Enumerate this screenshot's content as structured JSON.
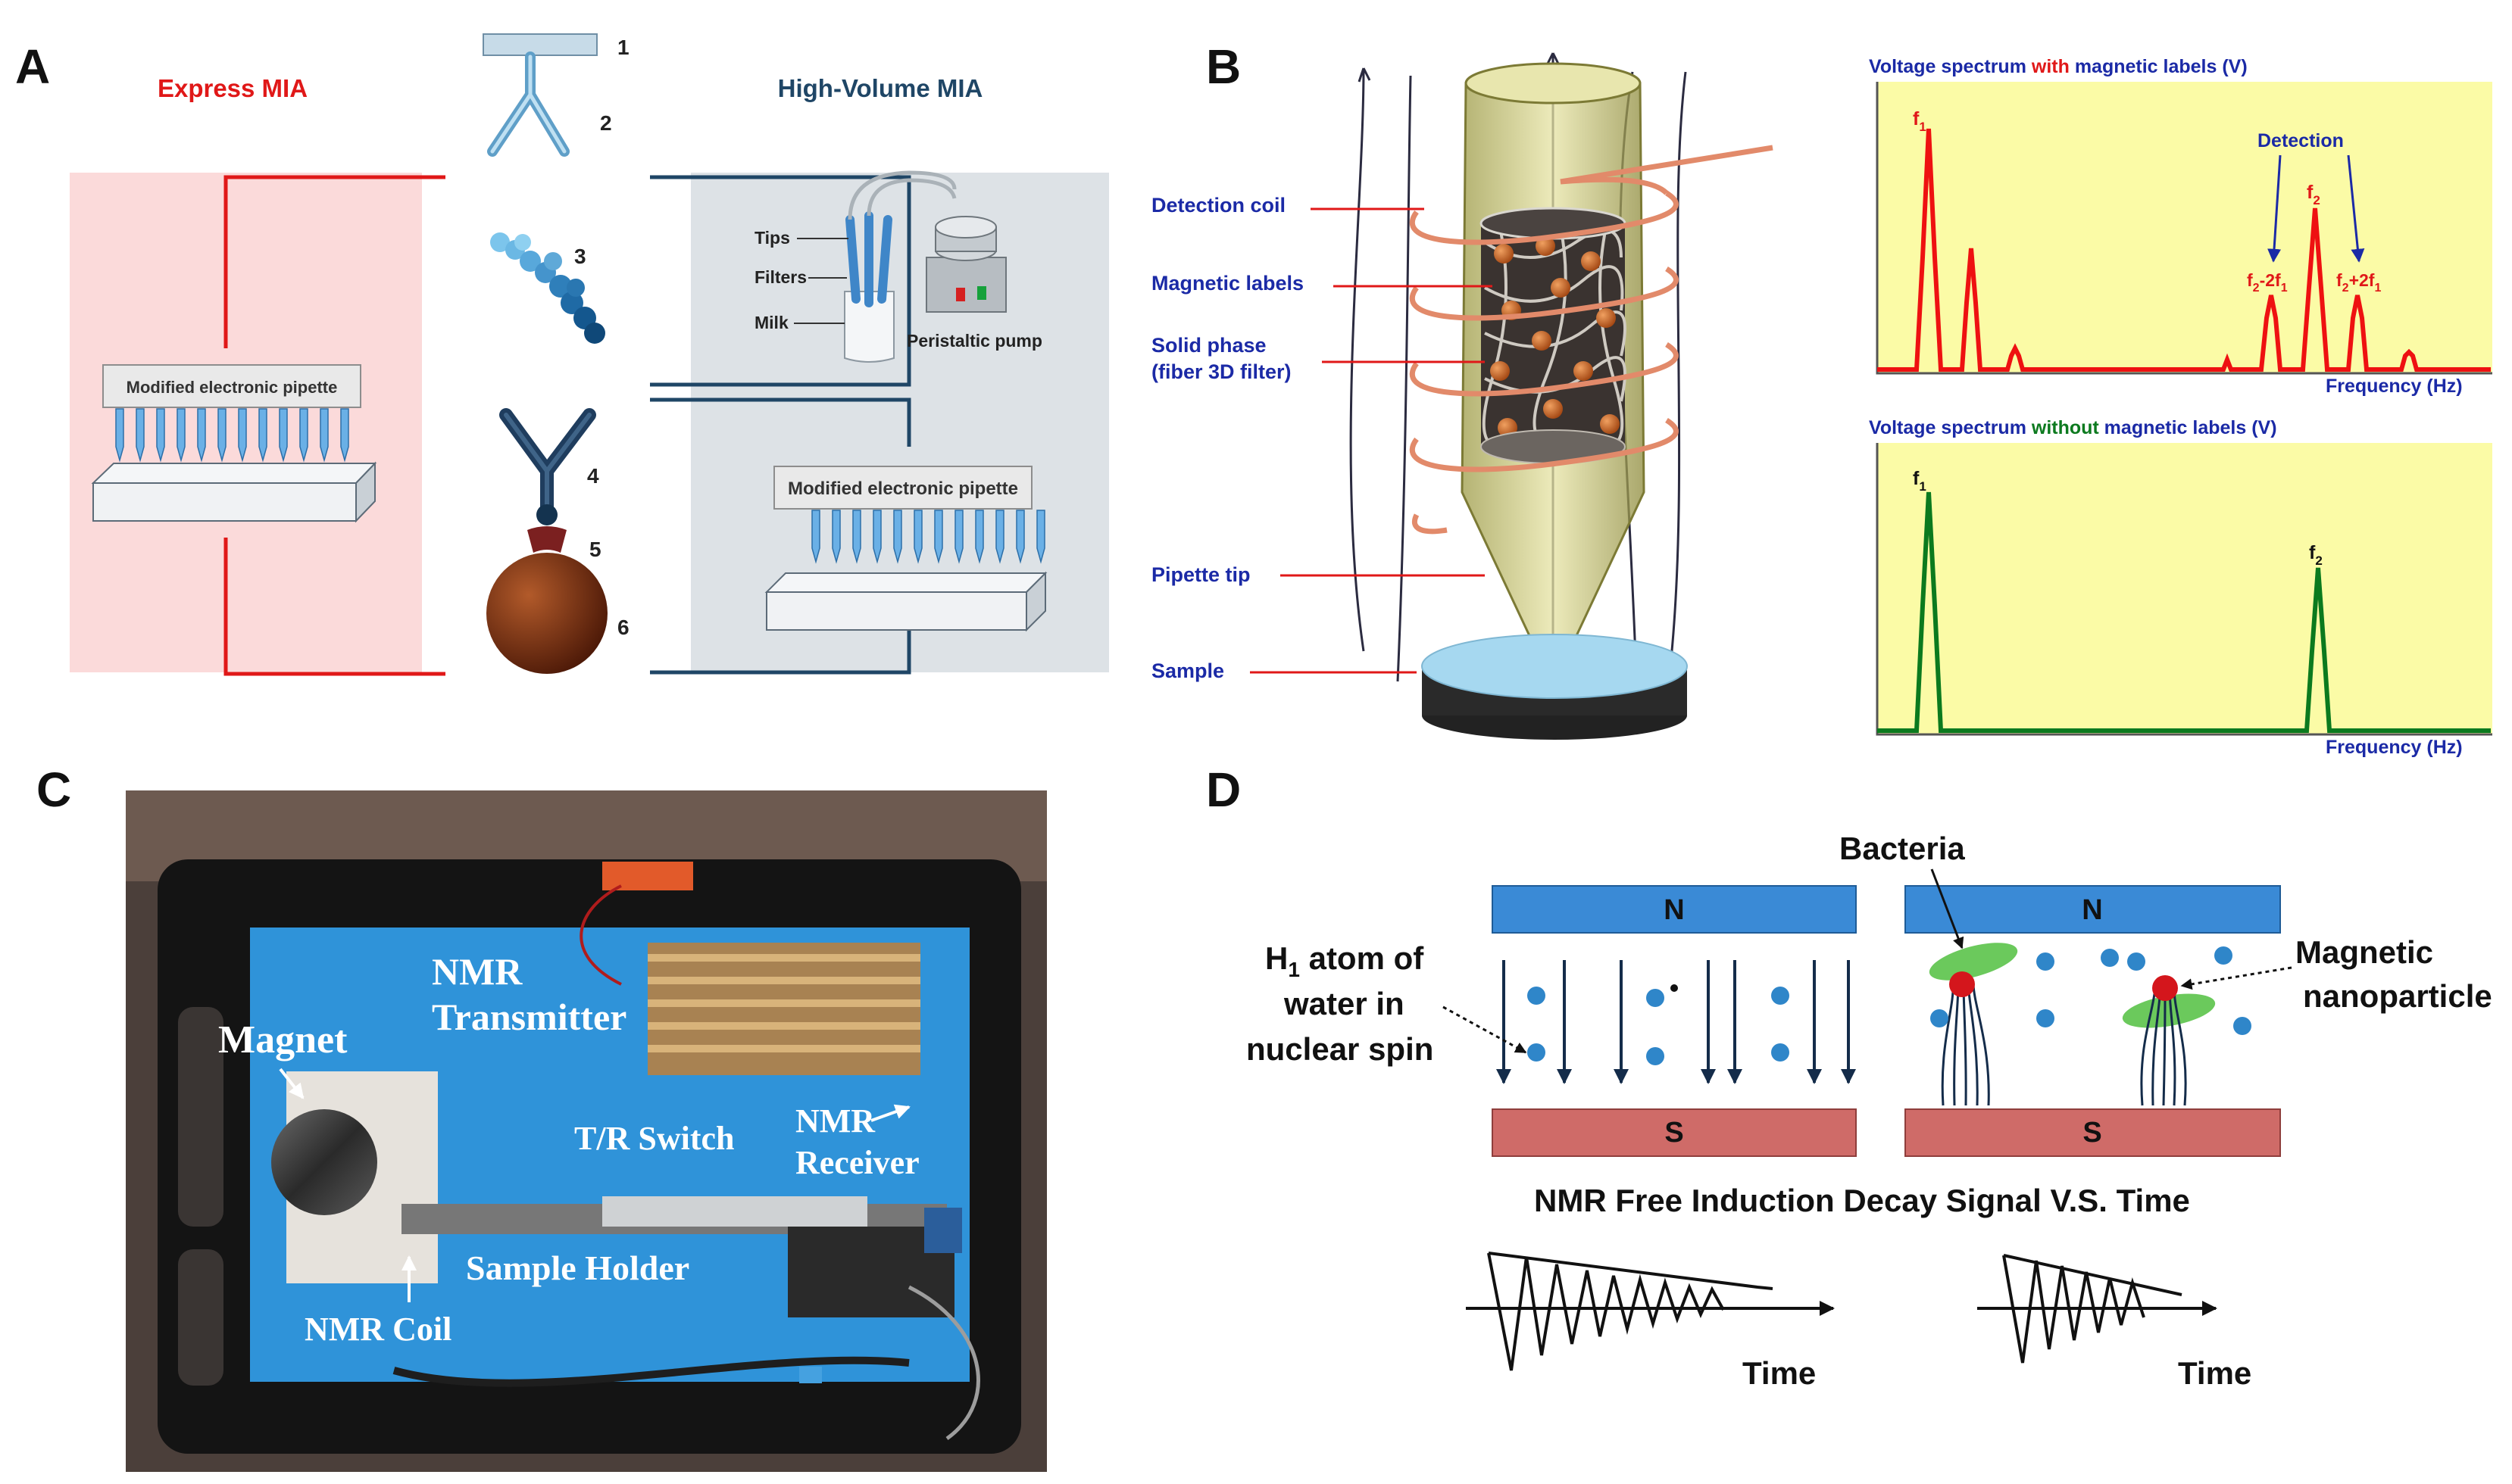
{
  "panels": {
    "a": {
      "letter": "A",
      "express_title": "Express MIA",
      "highvol_title": "High-Volume MIA",
      "pipette_label": "Modified electronic pipette",
      "numbers": [
        "1",
        "2",
        "3",
        "4",
        "5",
        "6"
      ],
      "tips": "Tips",
      "filters": "Filters",
      "milk": "Milk",
      "pump": "Peristaltic pump"
    },
    "b": {
      "letter": "B",
      "detection_coil": "Detection coil",
      "magnetic_labels": "Magnetic labels",
      "solid_phase_1": "Solid phase",
      "solid_phase_2": "(fiber 3D filter)",
      "pipette_tip": "Pipette tip",
      "sample": "Sample",
      "spec1_title_a": "Voltage spectrum ",
      "spec1_title_b": "with",
      "spec1_title_c": " magnetic labels (V)",
      "spec2_title_a": "Voltage spectrum ",
      "spec2_title_b": "without",
      "spec2_title_c": " magnetic labels (V)",
      "detection": "Detection",
      "freq1": "Frequency (Hz)",
      "freq2": "Frequency (Hz)",
      "f1": "f",
      "f2": "f",
      "sub1": "1",
      "sub2": "2",
      "f2m": "f",
      "f2m_rest": "-2f",
      "f2p": "f",
      "f2p_rest": "+2f"
    },
    "c": {
      "letter": "C",
      "magnet": "Magnet",
      "nmr_transmitter_1": "NMR",
      "nmr_transmitter_2": "Transmitter",
      "tr_switch": "T/R Switch",
      "nmr_receiver_1": "NMR",
      "nmr_receiver_2": "Receiver",
      "sample_holder": "Sample Holder",
      "nmr_coil": "NMR Coil"
    },
    "d": {
      "letter": "D",
      "n": "N",
      "s": "S",
      "bacteria": "Bacteria",
      "h1_a": "H",
      "h1_sub": "1",
      "h1_b": " atom of",
      "h1_line2": "water in",
      "h1_line3": "nuclear spin",
      "magnetic_1": "Magnetic",
      "magnetic_2": "nanoparticle",
      "fid_title": "NMR Free Induction Decay Signal V.S. Time",
      "time1": "Time",
      "time2": "Time"
    }
  },
  "colors": {
    "express_bg": "#fbdada",
    "highvol_bg": "#dde2e6",
    "spectrum_bg": "#fbfba6",
    "spectrum_red": "#ee1111",
    "spectrum_green": "#0b7a1e",
    "north": "#3a8ad6",
    "south": "#cf6b68",
    "photo_blue": "#2f93d9"
  }
}
